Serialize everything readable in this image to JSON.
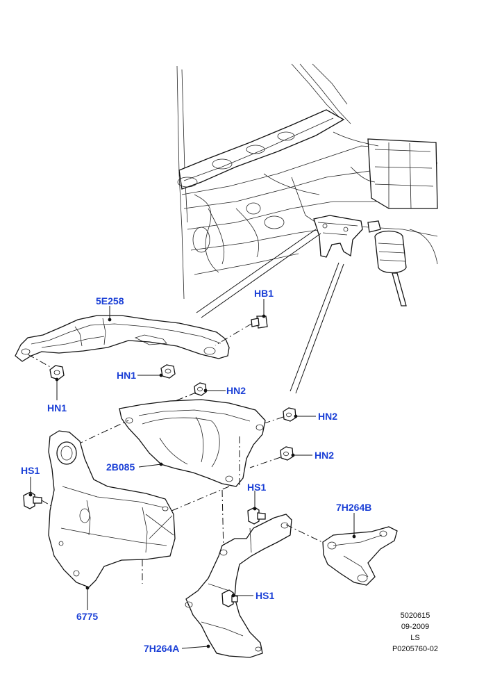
{
  "callouts": {
    "p5e258": "5E258",
    "hb1": "HB1",
    "hn1_right": "HN1",
    "hn1_left": "HN1",
    "hn2_top": "HN2",
    "hn2_mid": "HN2",
    "hn2_low": "HN2",
    "p2b085": "2B085",
    "hs1_left": "HS1",
    "hs1_mid": "HS1",
    "hs1_low": "HS1",
    "p7h264b": "7H264B",
    "p6775": "6775",
    "p7h264a": "7H264A"
  },
  "meta": {
    "code": "5020615",
    "date": "09-2009",
    "model": "LS",
    "ref": "P0205760-02"
  }
}
